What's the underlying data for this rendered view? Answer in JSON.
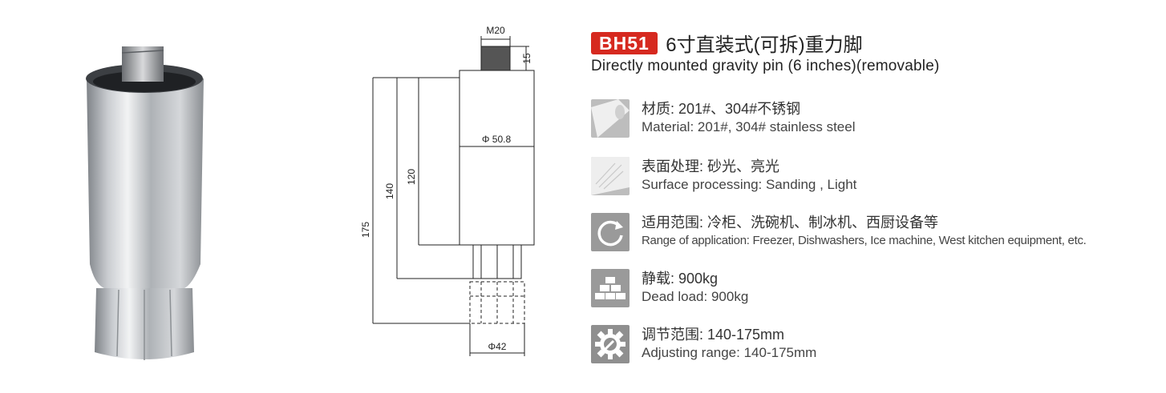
{
  "header": {
    "model": "BH51",
    "title_cn": "6寸直装式(可拆)重力脚",
    "title_en": "Directly mounted gravity pin (6 inches)(removable)"
  },
  "drawing": {
    "thread": "M20",
    "thread_length": "15",
    "body_diameter": "Φ 50.8",
    "height_120": "120",
    "height_140": "140",
    "height_175": "175",
    "foot_diameter": "Φ42"
  },
  "specs": [
    {
      "icon": "material-icon",
      "cn": "材质: 201#、304#不锈钢",
      "en": "Material: 201#, 304# stainless steel"
    },
    {
      "icon": "surface-icon",
      "cn": "表面处理: 砂光、亮光",
      "en": "Surface processing: Sanding , Light"
    },
    {
      "icon": "rotate-icon",
      "cn": "适用范围: 冷柜、洗碗机、制冰机、西厨设备等",
      "en": "Range of application: Freezer, Dishwashers, Ice machine, West kitchen equipment, etc."
    },
    {
      "icon": "bricks-icon",
      "cn": "静载: 900kg",
      "en": "Dead load: 900kg"
    },
    {
      "icon": "gear-wrench-icon",
      "cn": "调节范围: 140-175mm",
      "en": "Adjusting range: 140-175mm"
    }
  ]
}
